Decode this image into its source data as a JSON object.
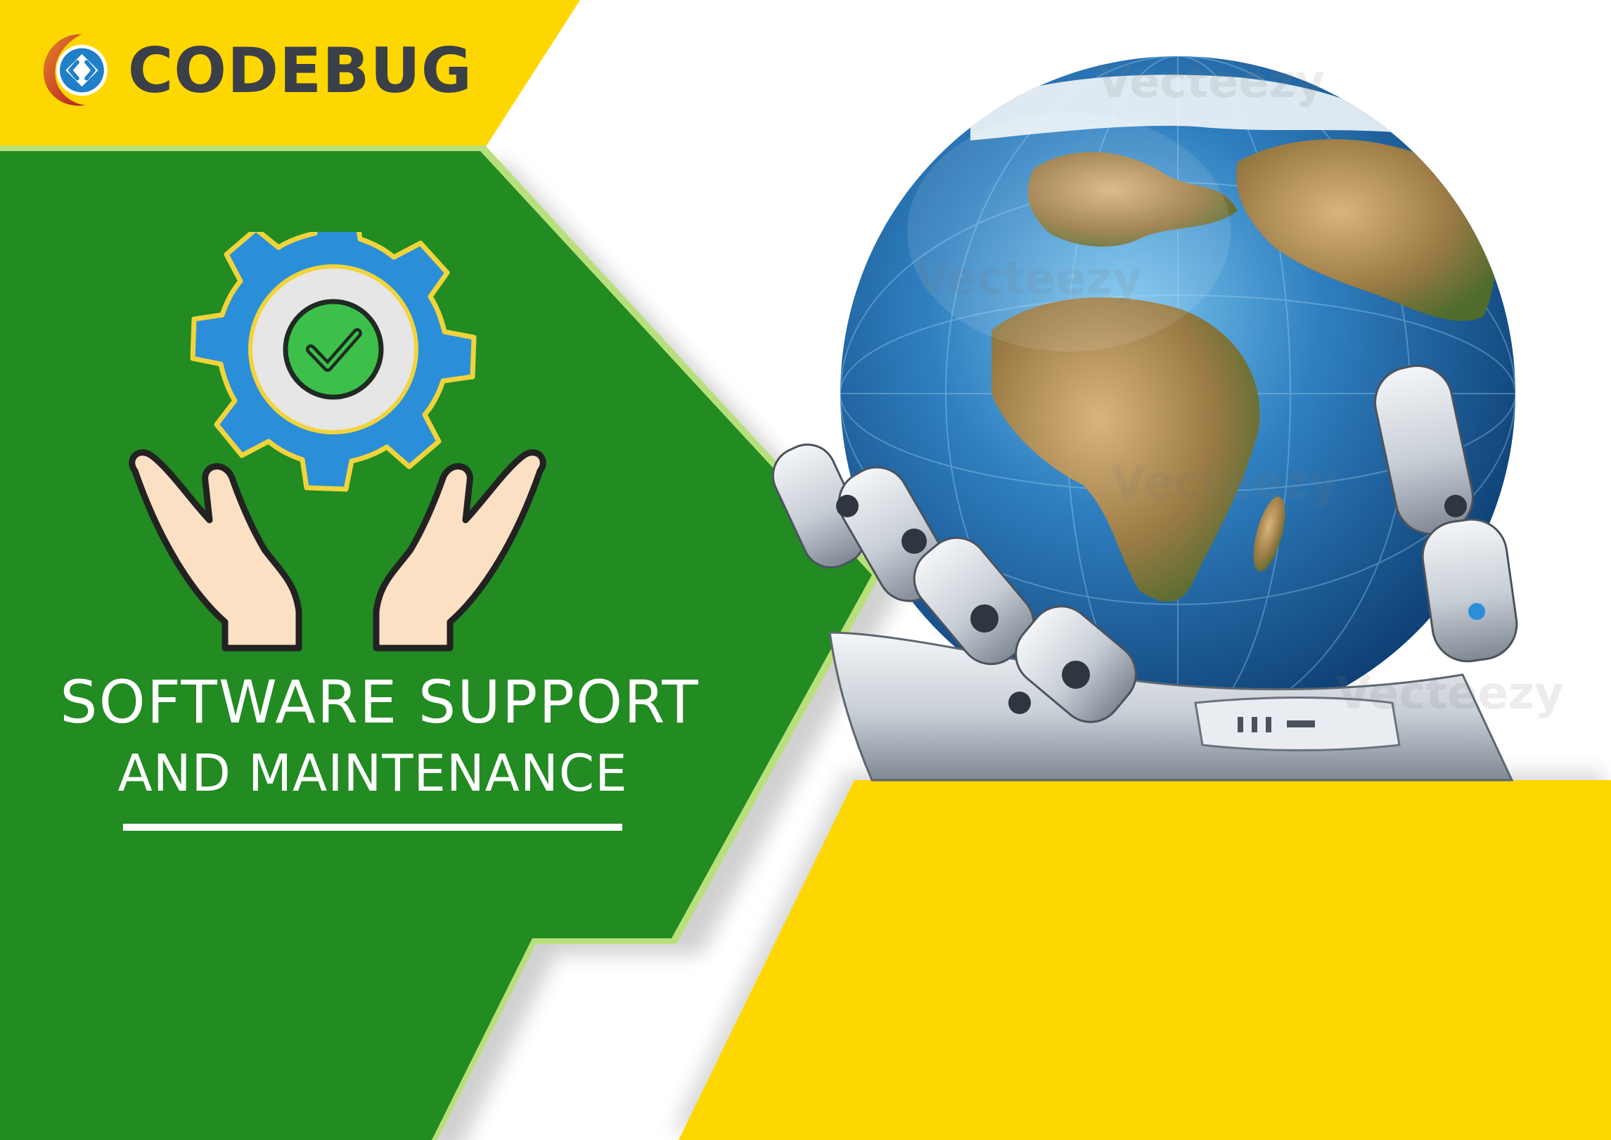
{
  "brand": {
    "name": "CODEBUG",
    "logo_icon": "code-brackets-icon"
  },
  "hero": {
    "title_line1": "SOFTWARE SUPPORT",
    "title_line2": "AND MAINTENANCE",
    "icon": "gear-check-hands-icon"
  },
  "image": {
    "subject": "robot-hand-holding-globe",
    "watermark": "Vecteezy"
  },
  "colors": {
    "green": "#228B22",
    "light_green": "#b8e07a",
    "yellow": "#FFD700",
    "white": "#ffffff",
    "logo_text": "#3b3f48",
    "gear_blue": "#2a8fd8",
    "check_green": "#3cc04a"
  }
}
